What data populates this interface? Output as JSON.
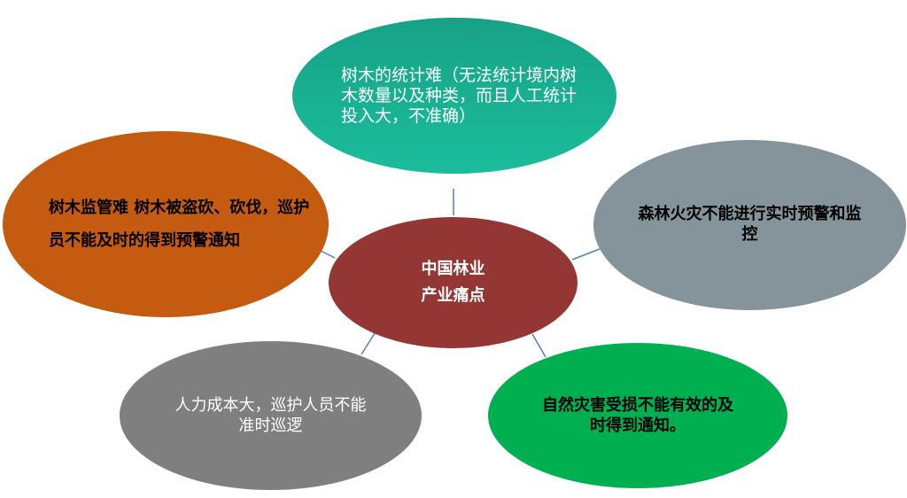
{
  "center": {
    "line1": "中国林业",
    "line2": "产业痛点",
    "color": "#943634"
  },
  "nodes": {
    "top": {
      "text": "树木的统计难（无法统计境内树木数量以及种类，而且人工统计投入大，不准确）",
      "color": "#1aab8d"
    },
    "left": {
      "text": "树木监管难 树木被盗砍、砍伐，巡护员不能及时的得到预警通知",
      "color": "#c55a11"
    },
    "right": {
      "text": "森林火灾不能进行实时预警和监控",
      "color": "#85949a"
    },
    "bottom_left": {
      "text": "人力成本大，巡护人员不能准时巡逻",
      "color": "#7f7f7f"
    },
    "bottom_right": {
      "text": "自然灾害受损不能有效的及时得到通知。",
      "color": "#00b050"
    }
  },
  "connector_color": "#4f81bd"
}
